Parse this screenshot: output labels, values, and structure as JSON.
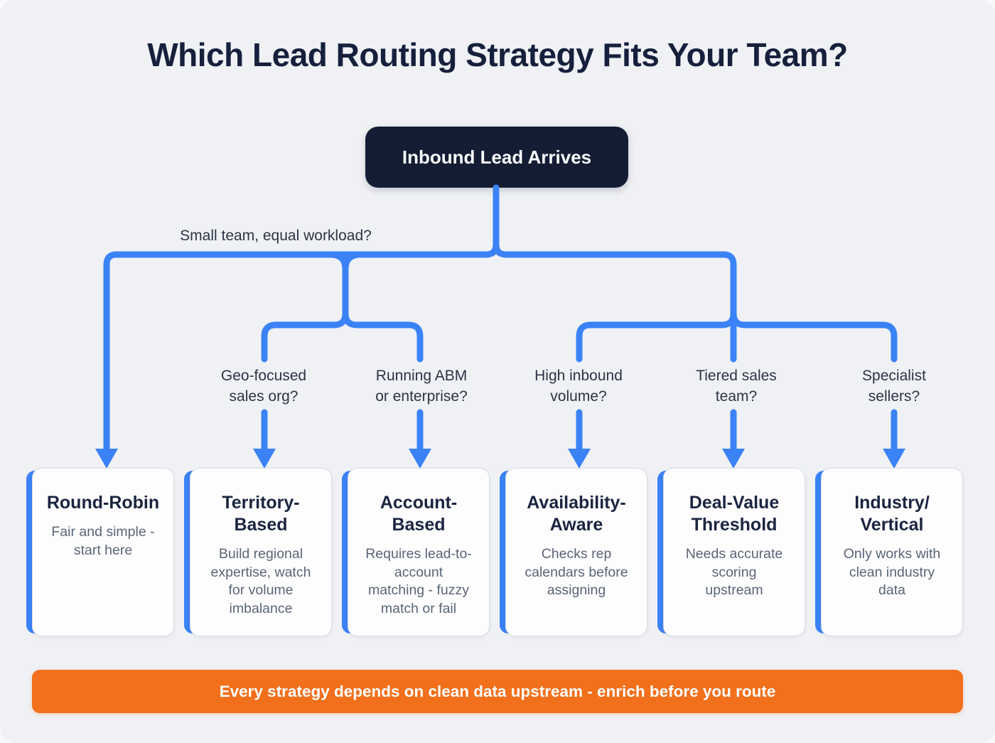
{
  "title": "Which Lead Routing Strategy Fits Your Team?",
  "root_node": {
    "label": "Inbound Lead Arrives"
  },
  "questions": [
    {
      "text": "Small team, equal workload?"
    },
    {
      "text": "Geo-focused\nsales org?"
    },
    {
      "text": "Running ABM\nor enterprise?"
    },
    {
      "text": "High inbound\nvolume?"
    },
    {
      "text": "Tiered sales\nteam?"
    },
    {
      "text": "Specialist\nsellers?"
    }
  ],
  "cards": [
    {
      "title": "Round-Robin",
      "description": "Fair and simple -\nstart here"
    },
    {
      "title": "Territory-\nBased",
      "description": "Build regional\nexpertise, watch\nfor volume\nimbalance"
    },
    {
      "title": "Account-\nBased",
      "description": "Requires lead-to-\naccount\nmatching - fuzzy\nmatch or fail"
    },
    {
      "title": "Availability-\nAware",
      "description": "Checks rep\ncalendars before\nassigning"
    },
    {
      "title": "Deal-Value\nThreshold",
      "description": "Needs accurate\nscoring\nupstream"
    },
    {
      "title": "Industry/\nVertical",
      "description": "Only works with\nclean industry\ndata"
    }
  ],
  "footer": {
    "text": "Every strategy depends on clean data upstream - enrich before you route"
  },
  "colors": {
    "canvas_background": "#eff1f5",
    "connector_blue": "#3b82f6",
    "root_node_navy": "#141d33",
    "banner_orange": "#f2701c",
    "title_navy": "#16203c",
    "card_body_gray": "#5a6577"
  }
}
